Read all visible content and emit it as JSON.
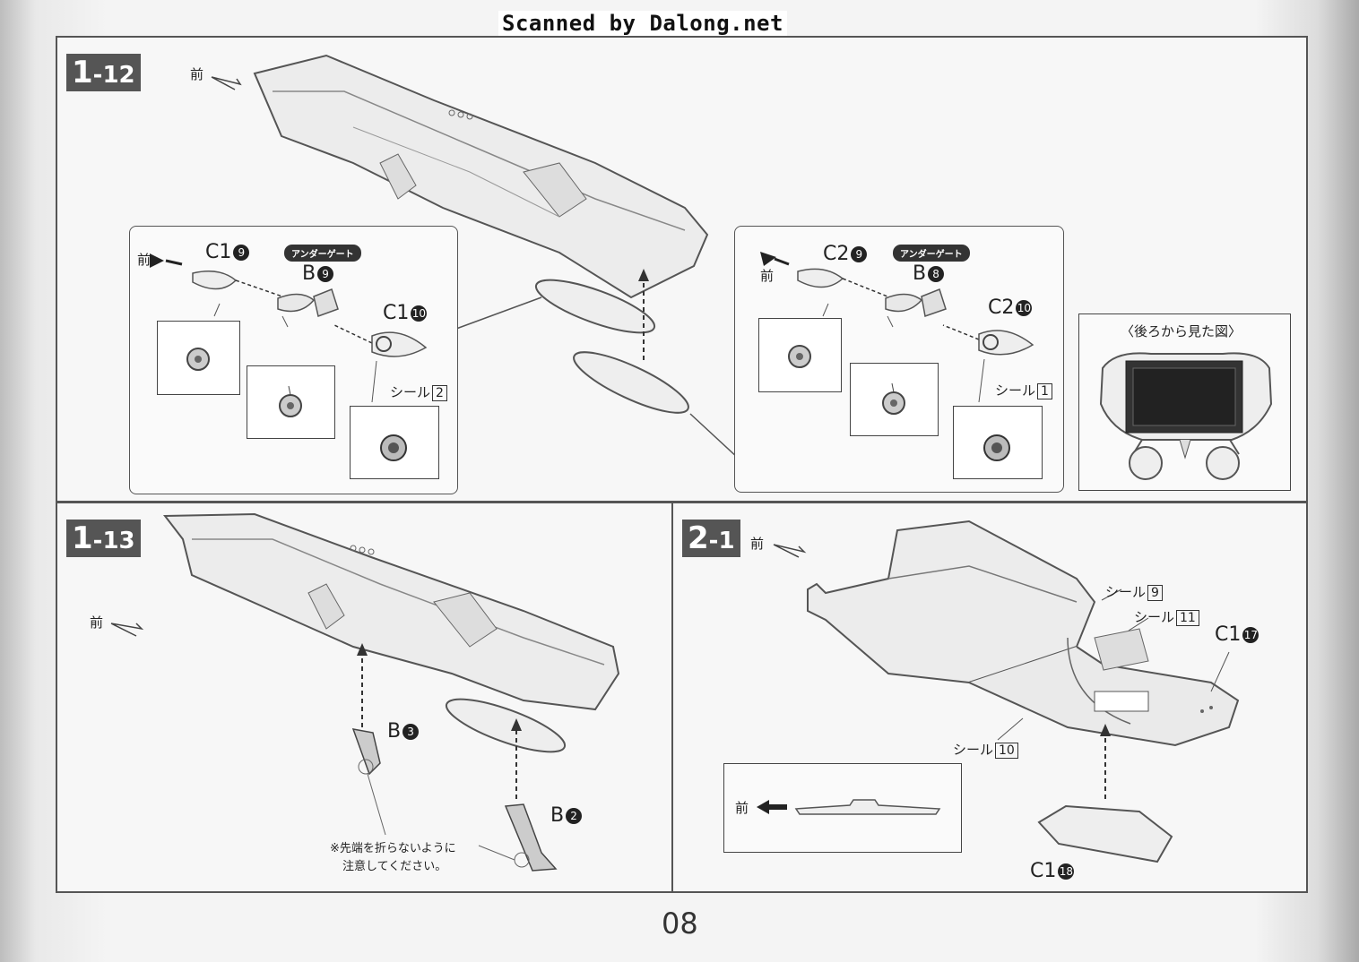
{
  "watermark": "Scanned by Dalong.net",
  "page_number": "08",
  "front_label": "前",
  "steps": {
    "s1_12": {
      "major": "1",
      "minor": "-12"
    },
    "s1_13": {
      "major": "1",
      "minor": "-13"
    },
    "s2_1": {
      "major": "2",
      "minor": "-1"
    }
  },
  "undergate_badge": "アンダーゲート",
  "left_detail": {
    "part_c1_9": "C1",
    "part_c1_9_num": "9",
    "part_b9": "B",
    "part_b9_num": "9",
    "part_c1_10": "C1",
    "part_c1_10_num": "10",
    "seal": "シール",
    "seal_num": "2"
  },
  "right_detail": {
    "part_c2_9": "C2",
    "part_c2_9_num": "9",
    "part_b8": "B",
    "part_b8_num": "8",
    "part_c2_10": "C2",
    "part_c2_10_num": "10",
    "seal": "シール",
    "seal_num": "1"
  },
  "rear_view_label": "〈後ろから見た図〉",
  "step_1_13": {
    "part_b3": "B",
    "part_b3_num": "3",
    "part_b2": "B",
    "part_b2_num": "2",
    "caution_line1": "※先端を折らないように",
    "caution_line2": "注意してください。"
  },
  "step_2_1": {
    "seal_9": "シール",
    "seal_9_num": "9",
    "seal_11": "シール",
    "seal_11_num": "11",
    "seal_10": "シール",
    "seal_10_num": "10",
    "part_c1_17": "C1",
    "part_c1_17_num": "17",
    "part_c1_18": "C1",
    "part_c1_18_num": "18"
  }
}
